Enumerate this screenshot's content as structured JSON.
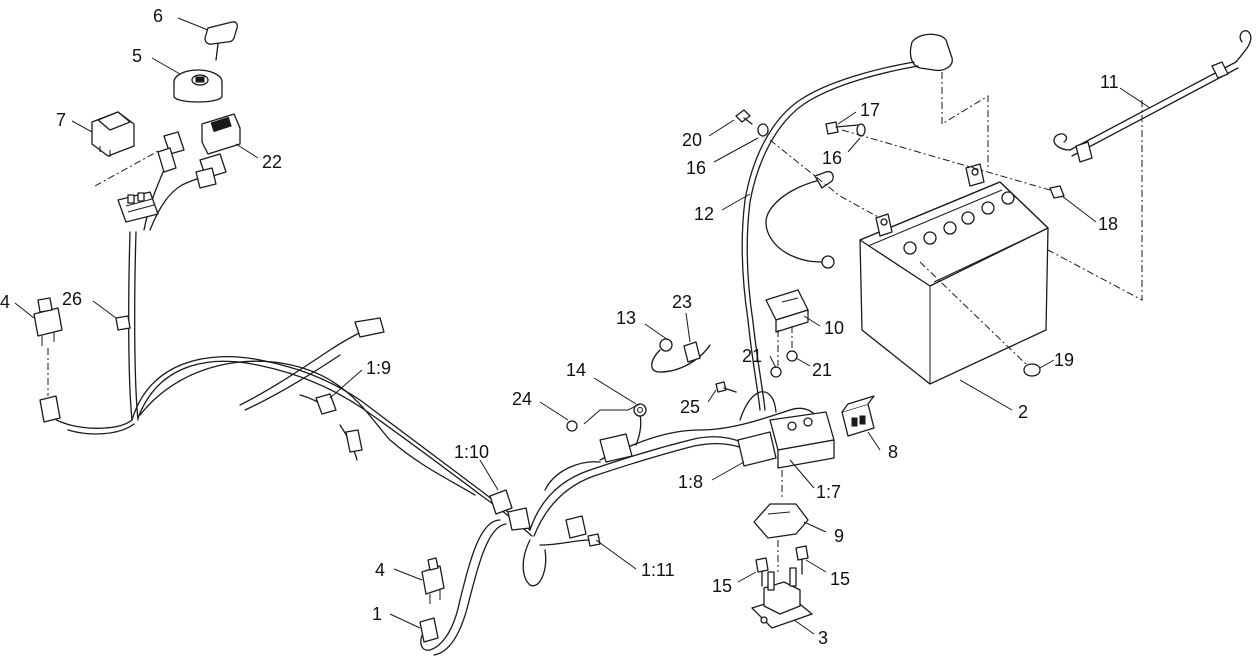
{
  "callouts": [
    {
      "id": "c6",
      "text": "6"
    },
    {
      "id": "c5",
      "text": "5"
    },
    {
      "id": "c7",
      "text": "7"
    },
    {
      "id": "c22",
      "text": "22"
    },
    {
      "id": "c4a",
      "text": "4"
    },
    {
      "id": "c26",
      "text": "26"
    },
    {
      "id": "c1_9",
      "text": "1:9"
    },
    {
      "id": "c1_10",
      "text": "1:10"
    },
    {
      "id": "c4b",
      "text": "4"
    },
    {
      "id": "c1",
      "text": "1"
    },
    {
      "id": "c1_11",
      "text": "1:11"
    },
    {
      "id": "c14",
      "text": "14"
    },
    {
      "id": "c24",
      "text": "24"
    },
    {
      "id": "c13",
      "text": "13"
    },
    {
      "id": "c23",
      "text": "23"
    },
    {
      "id": "c12",
      "text": "12"
    },
    {
      "id": "c20",
      "text": "20"
    },
    {
      "id": "c16a",
      "text": "16"
    },
    {
      "id": "c17",
      "text": "17"
    },
    {
      "id": "c16b",
      "text": "16"
    },
    {
      "id": "c10",
      "text": "10"
    },
    {
      "id": "c21a",
      "text": "21"
    },
    {
      "id": "c21b",
      "text": "21"
    },
    {
      "id": "c25",
      "text": "25"
    },
    {
      "id": "c1_8",
      "text": "1:8"
    },
    {
      "id": "c1_7",
      "text": "1:7"
    },
    {
      "id": "c8",
      "text": "8"
    },
    {
      "id": "c9",
      "text": "9"
    },
    {
      "id": "c15a",
      "text": "15"
    },
    {
      "id": "c15b",
      "text": "15"
    },
    {
      "id": "c3",
      "text": "3"
    },
    {
      "id": "c11",
      "text": "11"
    },
    {
      "id": "c18",
      "text": "18"
    },
    {
      "id": "c19",
      "text": "19"
    },
    {
      "id": "c2",
      "text": "2"
    }
  ]
}
